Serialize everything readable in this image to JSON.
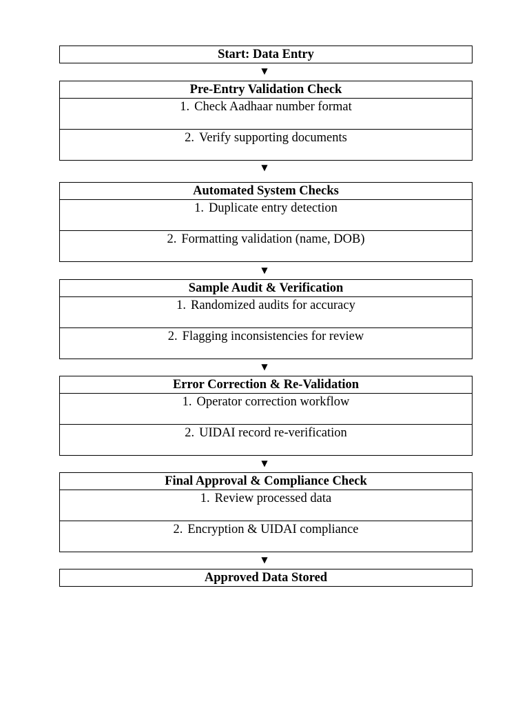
{
  "arrow_glyph": "▼",
  "start": {
    "title": "Start: Data Entry"
  },
  "stages": [
    {
      "title": "Pre-Entry Validation Check",
      "steps": [
        {
          "num": "1.",
          "text": "Check Aadhaar number format"
        },
        {
          "num": "2.",
          "text": "Verify supporting documents"
        }
      ]
    },
    {
      "title": "Automated System Checks",
      "steps": [
        {
          "num": "1.",
          "text": "Duplicate entry detection"
        },
        {
          "num": "2.",
          "text": "Formatting validation (name, DOB)"
        }
      ]
    },
    {
      "title": "Sample Audit & Verification",
      "steps": [
        {
          "num": "1.",
          "text": "Randomized audits for accuracy"
        },
        {
          "num": "2.",
          "text": "Flagging inconsistencies for review"
        }
      ]
    },
    {
      "title": "Error Correction & Re-Validation",
      "steps": [
        {
          "num": "1.",
          "text": "Operator correction workflow"
        },
        {
          "num": "2.",
          "text": "UIDAI record re-verification"
        }
      ]
    },
    {
      "title": "Final Approval & Compliance Check",
      "steps": [
        {
          "num": "1.",
          "text": "Review processed data"
        },
        {
          "num": "2.",
          "text": "Encryption & UIDAI compliance"
        }
      ]
    }
  ],
  "end": {
    "title": "Approved Data Stored"
  }
}
